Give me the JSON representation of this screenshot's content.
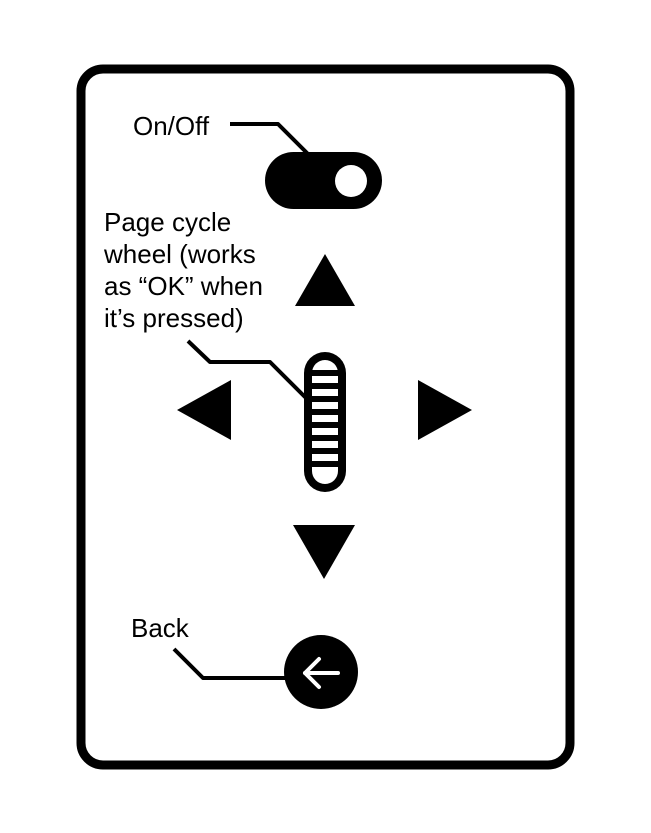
{
  "labels": {
    "on_off": "On/Off",
    "page_cycle_wheel": [
      "Page cycle",
      "wheel (works",
      "as “OK” when",
      "it’s pressed)"
    ],
    "back": "Back"
  },
  "icons": {
    "toggle": "toggle-switch-icon",
    "up": "triangle-up-icon",
    "down": "triangle-down-icon",
    "left": "triangle-left-icon",
    "right": "triangle-right-icon",
    "wheel": "scroll-wheel-icon",
    "back": "arrow-left-icon"
  },
  "colors": {
    "ink": "#000000",
    "background": "#ffffff"
  }
}
